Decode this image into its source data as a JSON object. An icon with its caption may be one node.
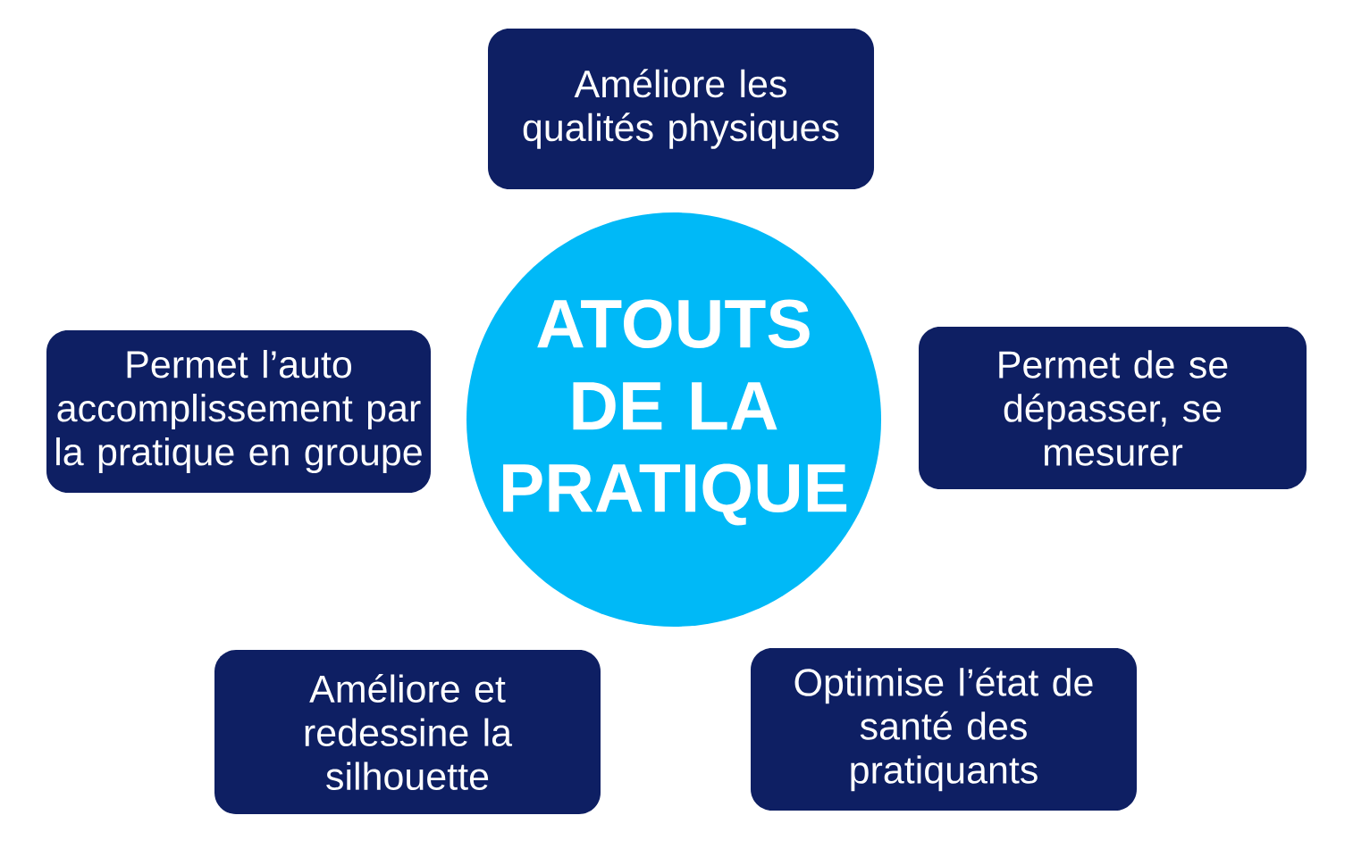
{
  "diagram": {
    "nodes": [
      {
        "text": [
          "Améliore les qualités physiques"
        ]
      },
      {
        "text": [
          "Permet l’auto accomplissement par la pratique en groupe"
        ]
      },
      {
        "text": [
          "ATOUTS DE LA PRATIQUE"
        ]
      },
      {
        "text": [
          "Permet de se dépasser, se mesurer"
        ]
      },
      {
        "text": [
          "Améliore et redessine la silhouette"
        ]
      },
      {
        "text": [
          "Optimise l’état de santé des pratiquants"
        ]
      }
    ]
  }
}
